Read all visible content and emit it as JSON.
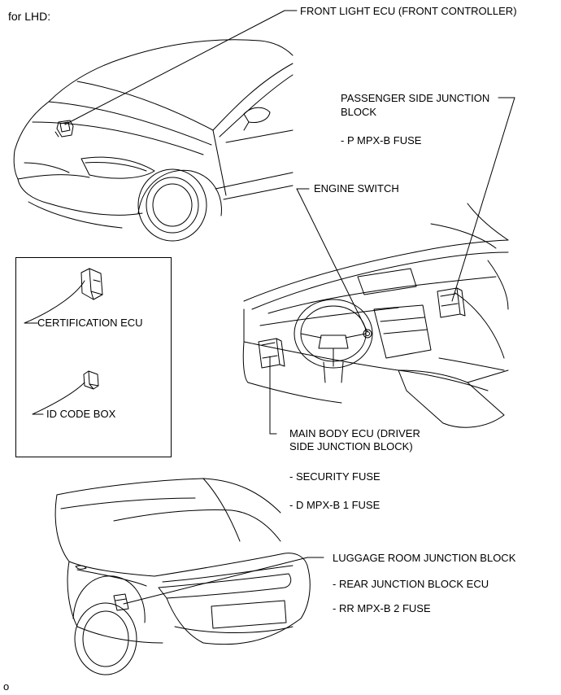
{
  "heading": "for LHD:",
  "labels": {
    "front_light_ecu": "FRONT LIGHT ECU (FRONT CONTROLLER)",
    "passenger_jb_line1": "PASSENGER SIDE JUNCTION",
    "passenger_jb_line2": "BLOCK",
    "p_mpx_fuse": "- P MPX-B FUSE",
    "engine_switch": "ENGINE SWITCH",
    "certification_ecu": "CERTIFICATION ECU",
    "id_code_box": "ID CODE BOX",
    "main_body_line1": "MAIN BODY ECU (DRIVER",
    "main_body_line2": "SIDE JUNCTION BLOCK)",
    "security_fuse": "- SECURITY FUSE",
    "d_mpx_fuse": "- D MPX-B 1 FUSE",
    "luggage_jb": "LUGGAGE ROOM JUNCTION BLOCK",
    "rear_jb_ecu": "- REAR JUNCTION BLOCK ECU",
    "rr_mpx_fuse": "- RR MPX-B 2 FUSE"
  },
  "corner_mark": "o"
}
